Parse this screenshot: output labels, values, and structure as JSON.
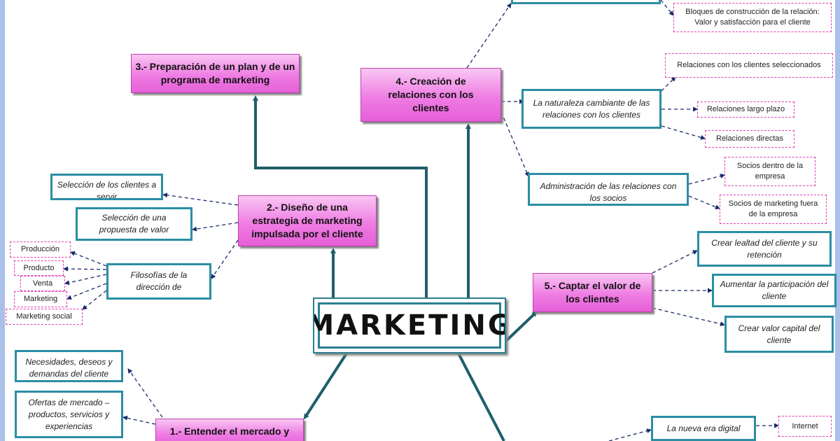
{
  "central": "MARKETING",
  "main_nodes": {
    "n1": "1.-  Entender el mercado y",
    "n2": "2.-  Diseño de una estrategia de marketing impulsada por el cliente",
    "n3": "3.-  Preparación de un plan y de un programa de marketing",
    "n4": "4.-  Creación de relaciones con los clientes",
    "n5": "5.-  Captar el valor de los clientes"
  },
  "sub_nodes": {
    "seleccion_clientes": "Selección de los clientes a servir",
    "seleccion_propuesta": "Selección de una propuesta de valor",
    "filosofias": "Filosofías de la dirección de",
    "necesidades": "Necesidades, deseos y demandas del cliente",
    "ofertas": "Ofertas de mercado – productos, servicios y experiencias",
    "naturaleza": "La naturaleza cambiante de las relaciones con los clientes",
    "administracion": "Administración de las relaciones con los socios",
    "crear_lealtad": "Crear lealtad del cliente y su retención",
    "aumentar": "Aumentar la participación del cliente",
    "crear_valor": "Crear valor capital del cliente",
    "nueva_era": "La nueva era digital"
  },
  "leaf_nodes": {
    "produccion": "Producción",
    "producto": "Producto",
    "venta": "Venta",
    "marketing": "Marketing",
    "marketing_social": "Marketing social",
    "bloques": "Bloques de construcción de la relación: Valor y satisfacción para el cliente",
    "rel_seleccionados": "Relaciones con los clientes seleccionados",
    "rel_largo": "Relaciones largo plazo",
    "rel_directas": "Relaciones directas",
    "socios_dentro": "Socios dentro de la empresa",
    "socios_fuera": "Socios de marketing fuera de la empresa",
    "internet": "Internet"
  },
  "colors": {
    "main_node_fill": "#ef7de3",
    "sub_node_border": "#2b8ea3",
    "leaf_border": "#e040b8",
    "connector": "#1f5f6a",
    "dashed_connector": "#1a2a6a",
    "window_edge": "#a9c0e8"
  }
}
